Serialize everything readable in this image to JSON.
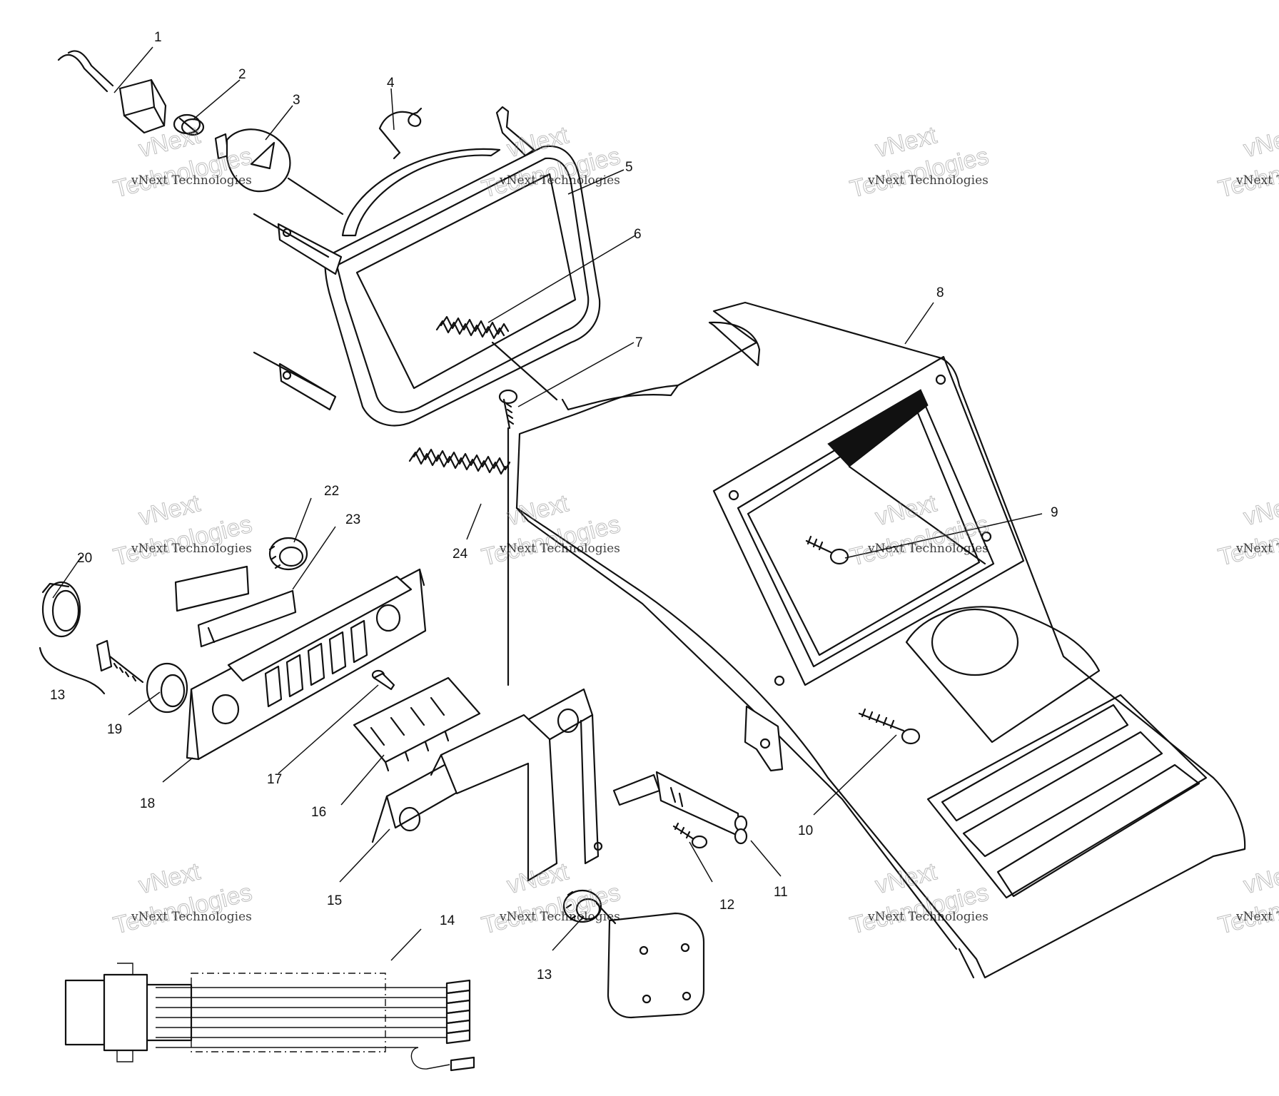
{
  "callouts": [
    "1",
    "2",
    "3",
    "4",
    "5",
    "6",
    "7",
    "8",
    "9",
    "10",
    "11",
    "12",
    "13",
    "14",
    "15",
    "16",
    "17",
    "18",
    "19",
    "20",
    "22",
    "23",
    "24"
  ],
  "watermark": {
    "line1": "vNext Technologies",
    "line2_top": "vNext",
    "line2_bottom": "Technologies"
  }
}
